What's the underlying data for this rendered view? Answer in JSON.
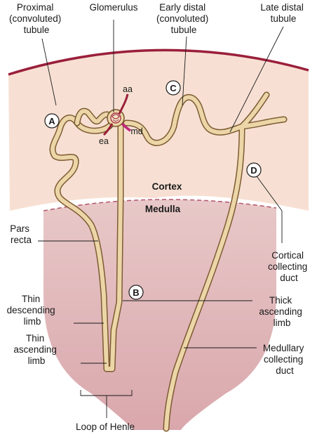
{
  "labels": {
    "proximal": [
      "Proximal",
      "(convoluted)",
      "tubule"
    ],
    "glomerulus": "Glomerulus",
    "early_distal": [
      "Early distal",
      "(convoluted)",
      "tubule"
    ],
    "late_distal": [
      "Late distal",
      "tubule"
    ],
    "aa": "aa",
    "ea": "ea",
    "md": "md",
    "cortex": "Cortex",
    "medulla": "Medulla",
    "pars_recta": [
      "Pars",
      "recta"
    ],
    "cortical_collecting": [
      "Cortical",
      "collecting",
      "duct"
    ],
    "thin_descending": [
      "Thin",
      "descending",
      "limb"
    ],
    "thick_ascending": [
      "Thick",
      "ascending",
      "limb"
    ],
    "thin_ascending": [
      "Thin",
      "ascending",
      "limb"
    ],
    "medullary_collecting": [
      "Medullary",
      "collecting",
      "duct"
    ],
    "loop_of_henle": "Loop of Henle"
  },
  "badges": {
    "a": "A",
    "b": "B",
    "c": "C",
    "d": "D"
  },
  "colors": {
    "capsule_border": "#9a1f3a",
    "cortex_fill": "#f6ddd0",
    "medulla_fill": "#e2b9bd",
    "tubule_fill": "#ecd6a8",
    "tubule_outline": "#7d5b32",
    "arteriole": "#9a1f3a",
    "macula_densa": "#c0267a"
  }
}
